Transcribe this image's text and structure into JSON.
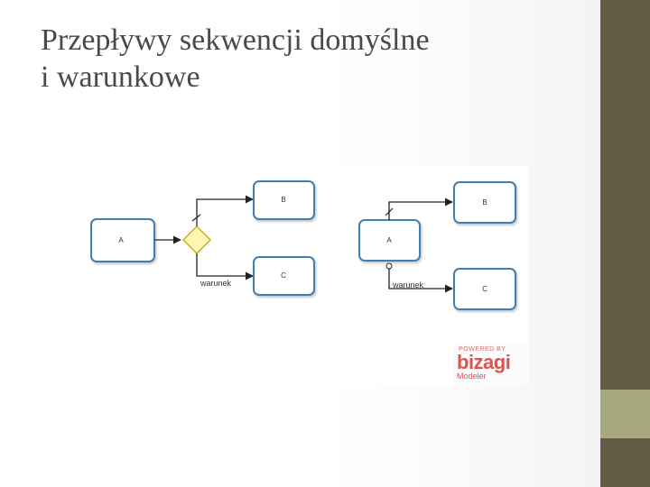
{
  "slide": {
    "title_line1": "Przepływy sekwencji domyślne",
    "title_line2": "i warunkowe"
  },
  "diagram": {
    "left": {
      "task_source": "A",
      "task_top": "B",
      "task_bottom": "C",
      "conditional_flow_label": "warunek"
    },
    "right": {
      "task_source": "A",
      "task_top": "B",
      "task_bottom": "C",
      "conditional_flow_label": "warunek"
    }
  },
  "logo": {
    "top_text": "POWERED BY",
    "main_text": "bizagi",
    "sub_text": "Modeler"
  },
  "colors": {
    "side_bar": "#625b45",
    "side_accent": "#a9a97e",
    "task_border": "#3f7fb4",
    "gateway_fill": "#fff6b3",
    "gateway_border": "#c9b63a",
    "logo": "#d9534f"
  }
}
